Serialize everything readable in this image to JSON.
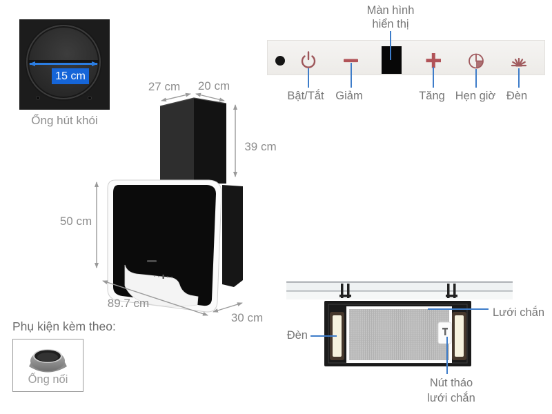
{
  "colors": {
    "accent_blue": "#3d7cc9",
    "size_label_blue": "#1565d8",
    "icon_maroon": "#a85a5e",
    "label_gray": "#767676"
  },
  "duct_photo": {
    "diameter": "15 cm",
    "caption": "Ống hút khói"
  },
  "dimensions": {
    "top_width": "27 cm",
    "top_depth": "20 cm",
    "chimney_height": "39 cm",
    "body_height": "50 cm",
    "body_width": "89.7 cm",
    "body_depth": "30 cm"
  },
  "control_panel": {
    "display_label": "Màn hình hiển thị",
    "power_label": "Bật/Tắt",
    "decrease_label": "Giảm",
    "increase_label": "Tăng",
    "timer_label": "Hẹn giờ",
    "light_label": "Đèn"
  },
  "underside": {
    "light_label": "Đèn",
    "mesh_label": "Lưới chắn",
    "release_button_label": "Nút tháo lưới chắn"
  },
  "accessories": {
    "heading": "Phụ kiện kèm theo:",
    "item_label": "Ống nối"
  }
}
